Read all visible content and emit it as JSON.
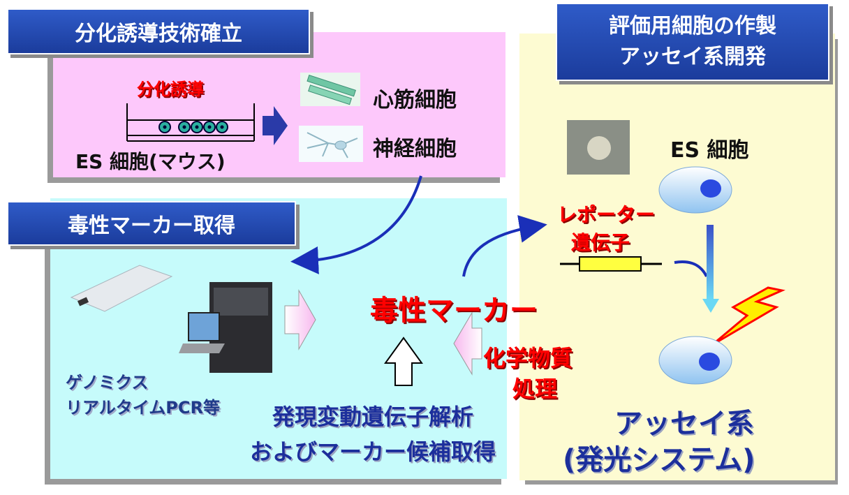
{
  "titles": {
    "differentiation": "分化誘導技術確立",
    "marker_acquisition": "毒性マーカー取得",
    "assay_line1": "評価用細胞の作製",
    "assay_line2": "アッセイ系開発"
  },
  "differentiation": {
    "induction_label": "分化誘導",
    "es_mouse": "ES 細胞(マウス)",
    "cardiomyocyte": "心筋細胞",
    "neuron": "神経細胞"
  },
  "marker": {
    "genomics_line1": "ゲノミクス",
    "genomics_line2": "リアルタイムPCR等",
    "toxicity_marker": "毒性マーカー",
    "chemical_line1": "化学物質",
    "chemical_line2": "処理",
    "analysis_line1": "発現変動遺伝子解析",
    "analysis_line2": "およびマーカー候補取得"
  },
  "assay": {
    "es_cell": "ES 細胞",
    "reporter_line1": "レポーター",
    "reporter_line2": "遺伝子",
    "assay_system_line1": "アッセイ系",
    "assay_system_line2": "(発光システム)"
  },
  "colors": {
    "pink_panel": "#fdc8fb",
    "cyan_panel": "#c6fbfb",
    "yellow_panel": "#fdfbd2",
    "title_blue": "#1f44a8",
    "marker_red": "#ff0000",
    "arrow_blue": "#1a2fb8"
  }
}
